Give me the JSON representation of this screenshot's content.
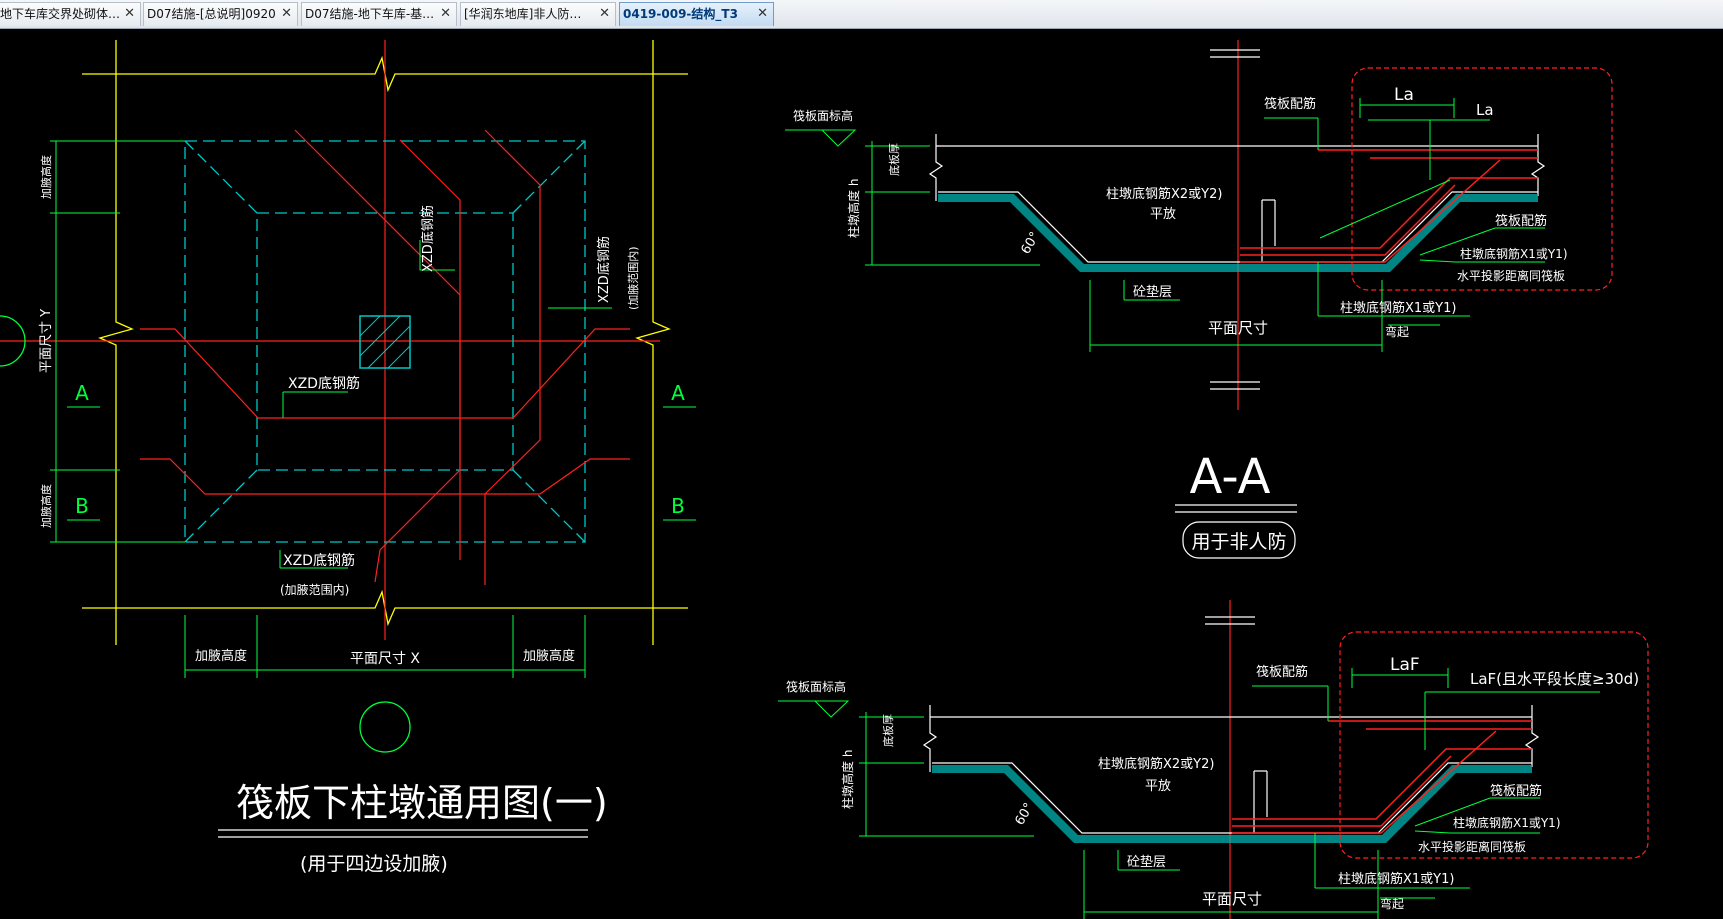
{
  "tabs": [
    {
      "label": "地下车库交界处砌体…",
      "active": false
    },
    {
      "label": "D07结施-[总说明]0920",
      "active": false
    },
    {
      "label": "D07结施-地下车库-基…",
      "active": false
    },
    {
      "label": "[华润东地库]非人防…",
      "active": false
    },
    {
      "label": "0419-009-结构_T3",
      "active": true
    }
  ],
  "tab_close_glyph": "✕",
  "plan": {
    "dim_y_top": "加腋高度",
    "dim_y_mid": "平面尺寸 Y",
    "dim_y_bot": "加腋高度",
    "label_a_left": "A",
    "label_b_left": "B",
    "label_a_right": "A",
    "label_b_right": "B",
    "xzd_top": "XZD底钢筋",
    "xzd_right": "XZD底钢筋",
    "xzd_right_note": "(加腋范围内)",
    "xzd_mid": "XZD底钢筋",
    "xzd_bot": "XZD底钢筋",
    "xzd_bot_note": "(加腋范围内)",
    "dim_x_left": "加腋高度",
    "dim_x_mid": "平面尺寸 X",
    "dim_x_right": "加腋高度",
    "title": "筏板下柱墩通用图(一)",
    "subtitle": "(用于四边设加腋)"
  },
  "section1": {
    "slab_top_level": "筏板面标高",
    "slab_thickness": "底板厚",
    "pier_height": "柱墩高度 h",
    "rebar_x2": "柱墩底钢筋X2或Y2)",
    "straight": "平放",
    "angle": "60°",
    "cushion": "砼垫层",
    "plan_size": "平面尺寸",
    "rebar_x1_bot": "柱墩底钢筋X1或Y1)",
    "bend": "弯起",
    "slab_rebar_top": "筏板配筋",
    "la1": "La",
    "la2": "La",
    "slab_rebar_right": "筏板配筋",
    "rebar_x1_right": "柱墩底钢筋X1或Y1)",
    "horiz_note": "水平投影距离同筏板"
  },
  "section_title": {
    "name": "A-A",
    "note": "用于非人防"
  },
  "section2": {
    "slab_top_level": "筏板面标高",
    "slab_thickness": "底板厚",
    "pier_height": "柱墩高度 h",
    "rebar_x2": "柱墩底钢筋X2或Y2)",
    "straight": "平放",
    "angle": "60°",
    "cushion": "砼垫层",
    "plan_size": "平面尺寸",
    "rebar_x1_bot": "柱墩底钢筋X1或Y1)",
    "bend": "弯起",
    "slab_rebar_top": "筏板配筋",
    "laf": "LaF",
    "laf_note": "LaF(且水平段长度≥30d)",
    "slab_rebar_right": "筏板配筋",
    "rebar_x1_right": "柱墩底钢筋X1或Y1)",
    "horiz_note": "水平投影距离同筏板"
  },
  "colors": {
    "background": "#000000",
    "green": "#00ff3c",
    "yellow": "#ffff00",
    "cyan": "#00c8c8",
    "red": "#ff2020",
    "white": "#ffffff",
    "text": "#ffffff"
  }
}
